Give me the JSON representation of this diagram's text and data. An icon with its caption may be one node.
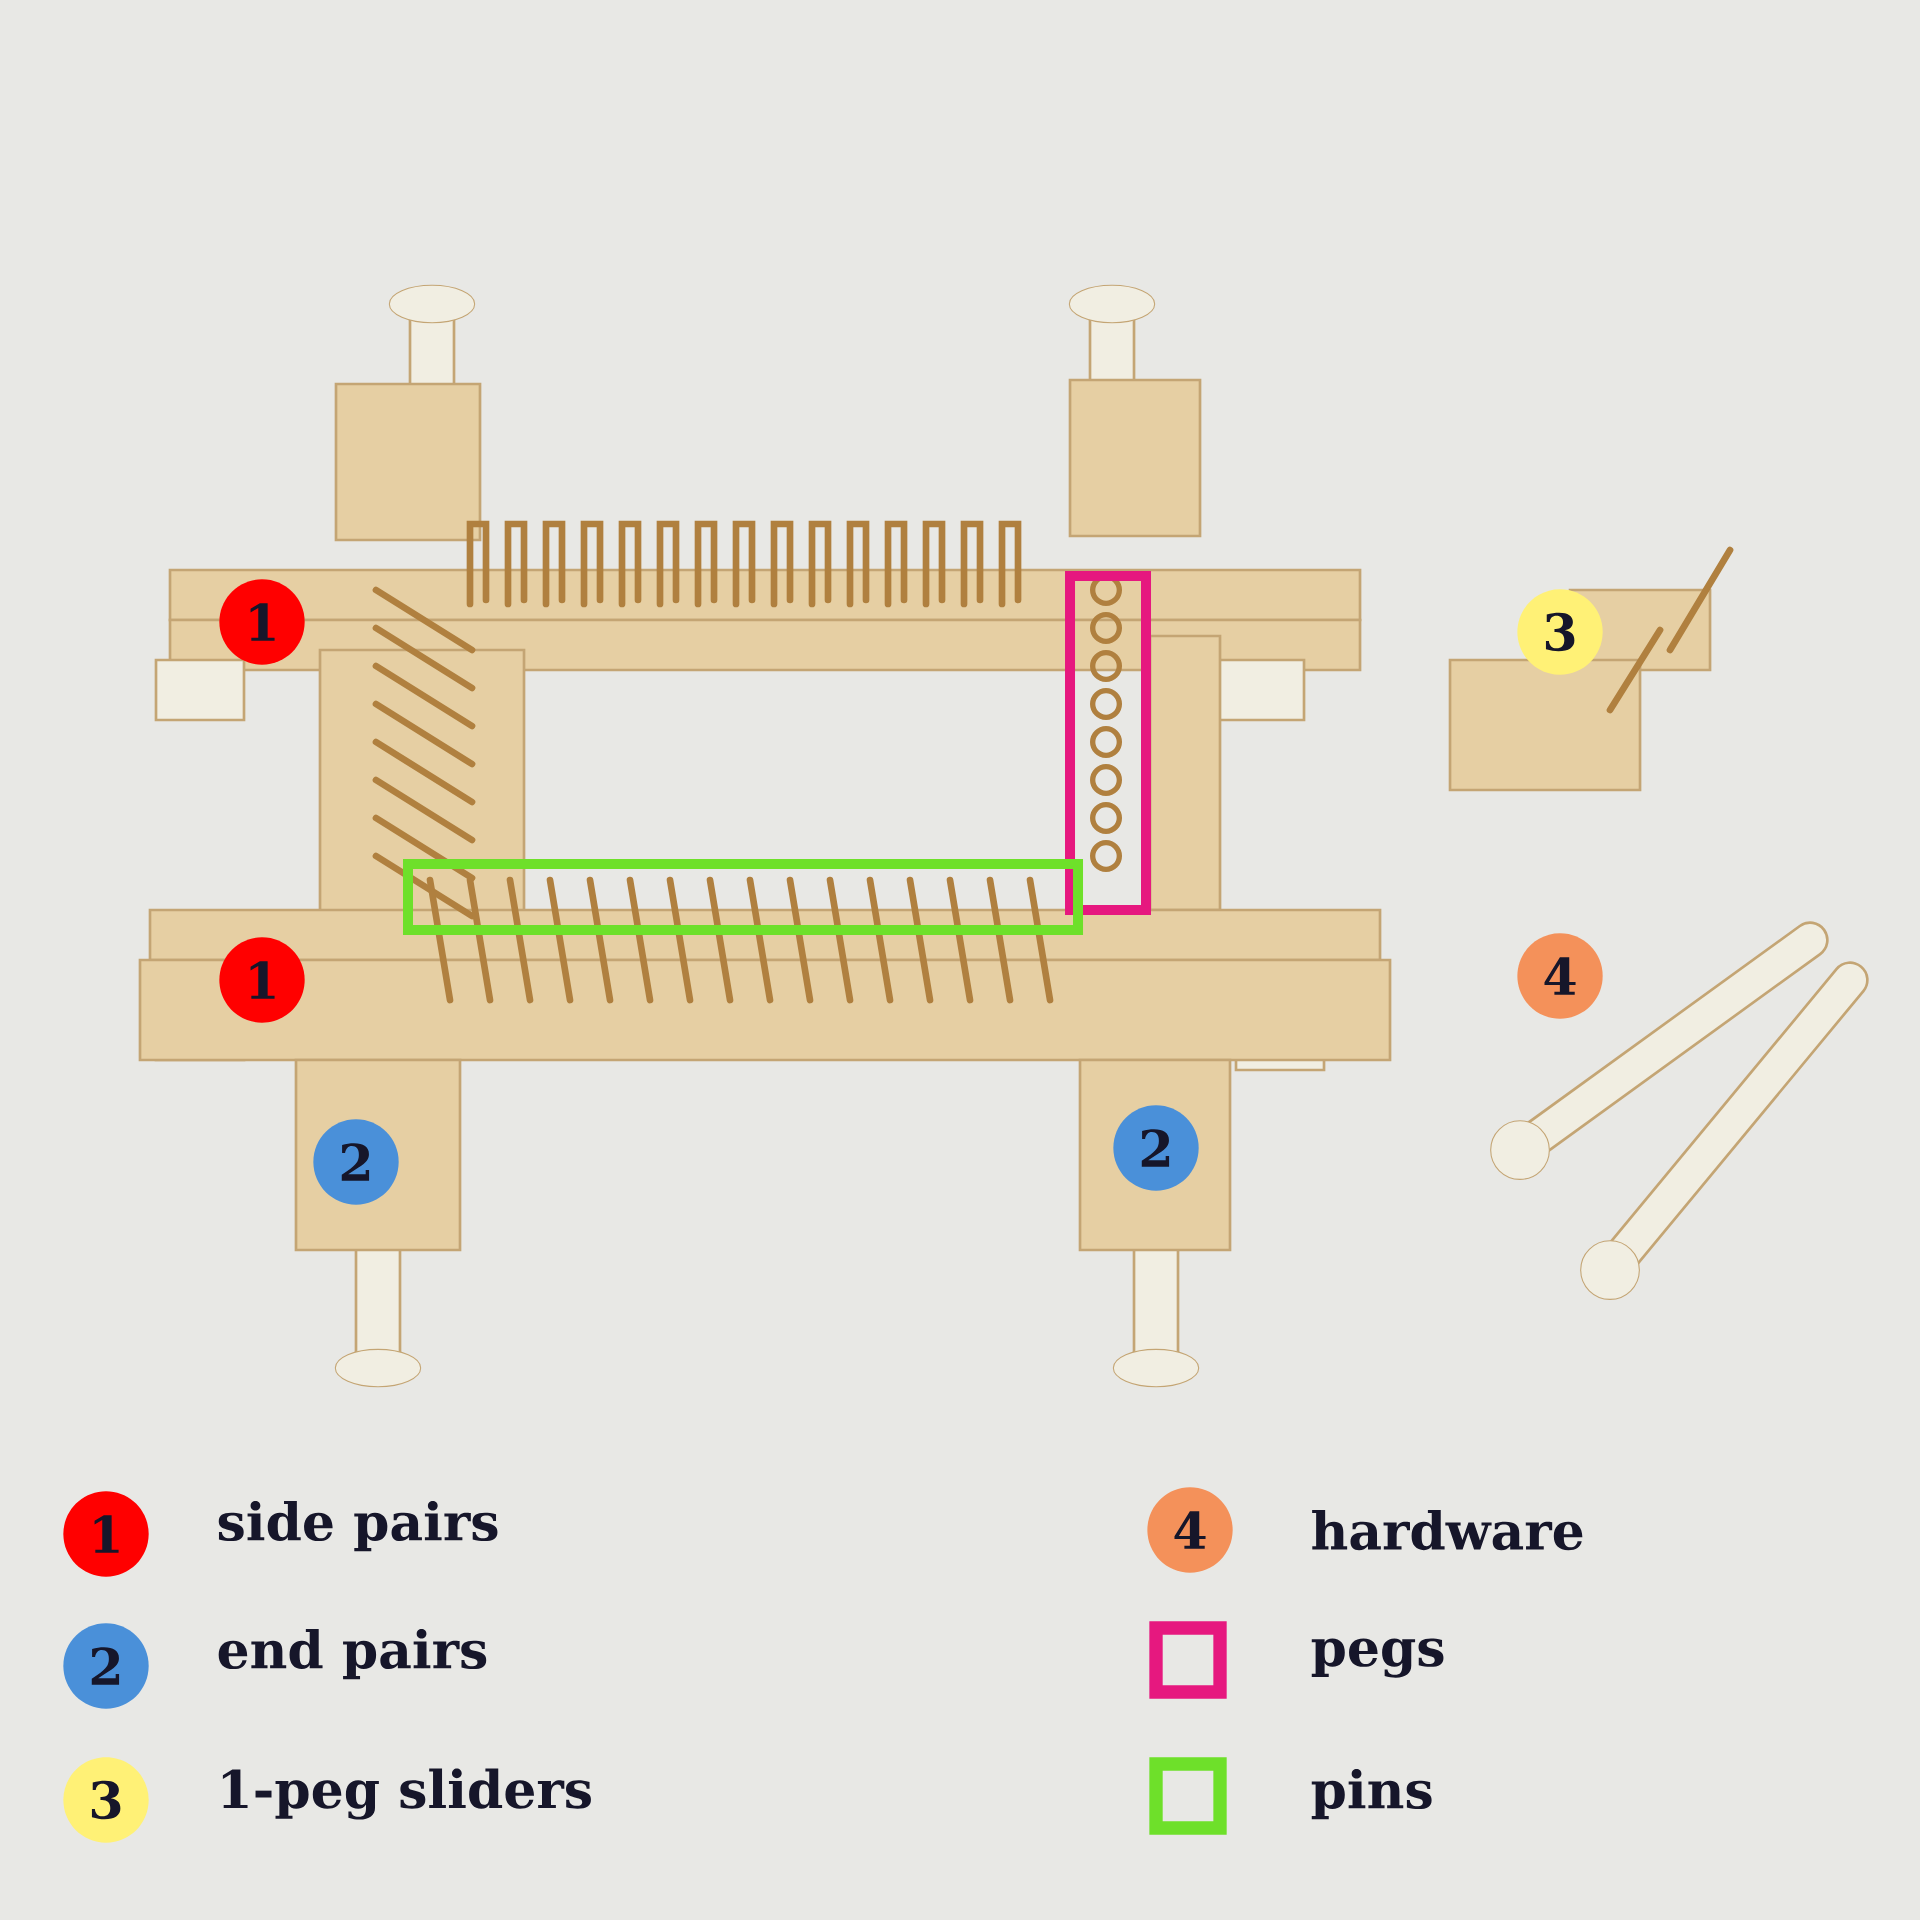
{
  "diagram": {
    "labels": [
      "1",
      "3",
      "1",
      "4",
      "2",
      "2",
      "1",
      "4",
      "2",
      "3"
    ],
    "legend": [
      {
        "text": "side pairs",
        "color": "#ff0000"
      },
      {
        "text": "end pairs",
        "color": "#4a90d9"
      },
      {
        "text": "1-peg sliders",
        "color": "#fff176"
      },
      {
        "text": "hardware",
        "color": "#f4915a"
      },
      {
        "text": "pegs",
        "color": "#e6187f"
      },
      {
        "text": "pins",
        "color": "#6ee02a"
      }
    ]
  }
}
